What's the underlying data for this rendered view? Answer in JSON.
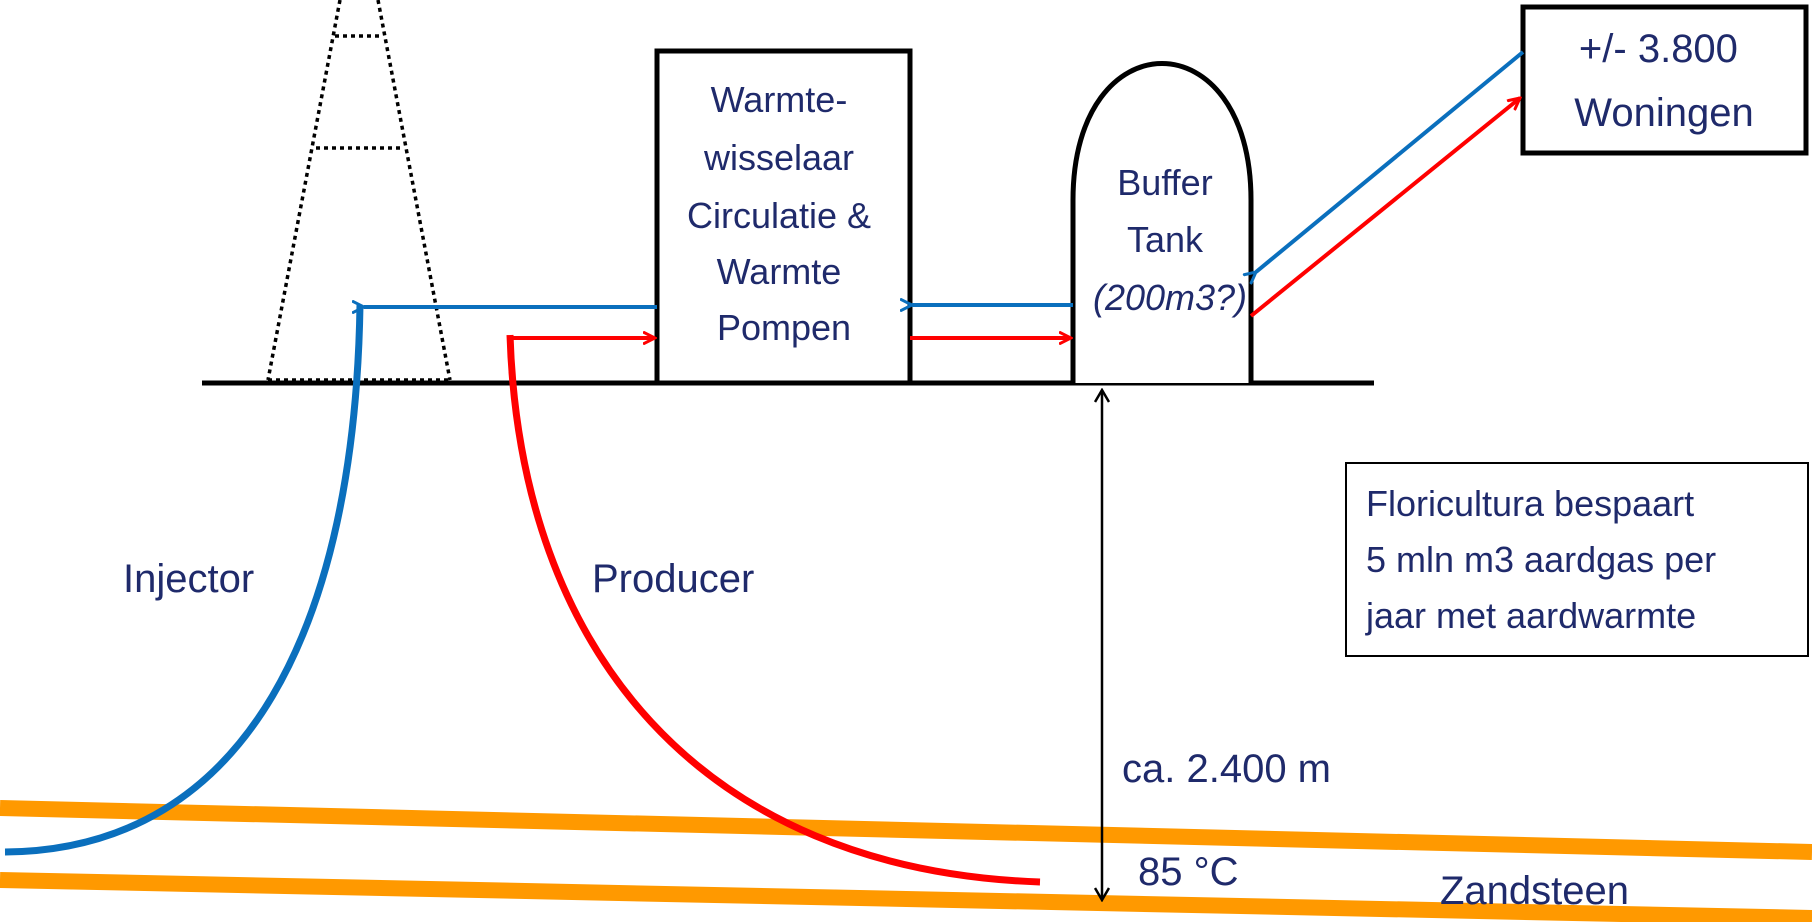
{
  "heat_exchanger": {
    "lines": [
      "Warmte-",
      "wisselaar",
      "Circulatie &",
      "Warmte",
      "Pompen"
    ]
  },
  "buffer_tank": {
    "line1": "Buffer",
    "line2": "Tank",
    "line3": "(200m3?)"
  },
  "homes": {
    "line1": "+/- 3.800",
    "line2": "Woningen"
  },
  "wells": {
    "injector_label": "Injector",
    "producer_label": "Producer"
  },
  "depth_label": "ca. 2.400 m",
  "temperature_label": "85 °C",
  "layer_label": "Zandsteen",
  "note": {
    "lines": [
      "Floricultura bespaart",
      "5 mln m3 aardgas per",
      "jaar met aardwarmte"
    ]
  },
  "colors": {
    "cold": "#0a6fbd",
    "hot": "#ff0000",
    "sandstone": "#ff9900",
    "text": "#1f2a6b"
  }
}
